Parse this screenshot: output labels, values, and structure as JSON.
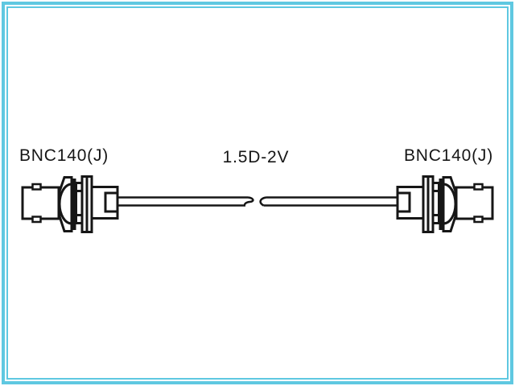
{
  "colors": {
    "frame_blue": "#5fc8e1",
    "line_color": "#161616",
    "background": "#ffffff"
  },
  "diagram": {
    "left_connector": {
      "label": "BNC140(J)",
      "type": "bnc-jack-connector"
    },
    "right_connector": {
      "label": "BNC140(J)",
      "type": "bnc-jack-connector"
    },
    "cable": {
      "label": "1.5D-2V"
    }
  }
}
